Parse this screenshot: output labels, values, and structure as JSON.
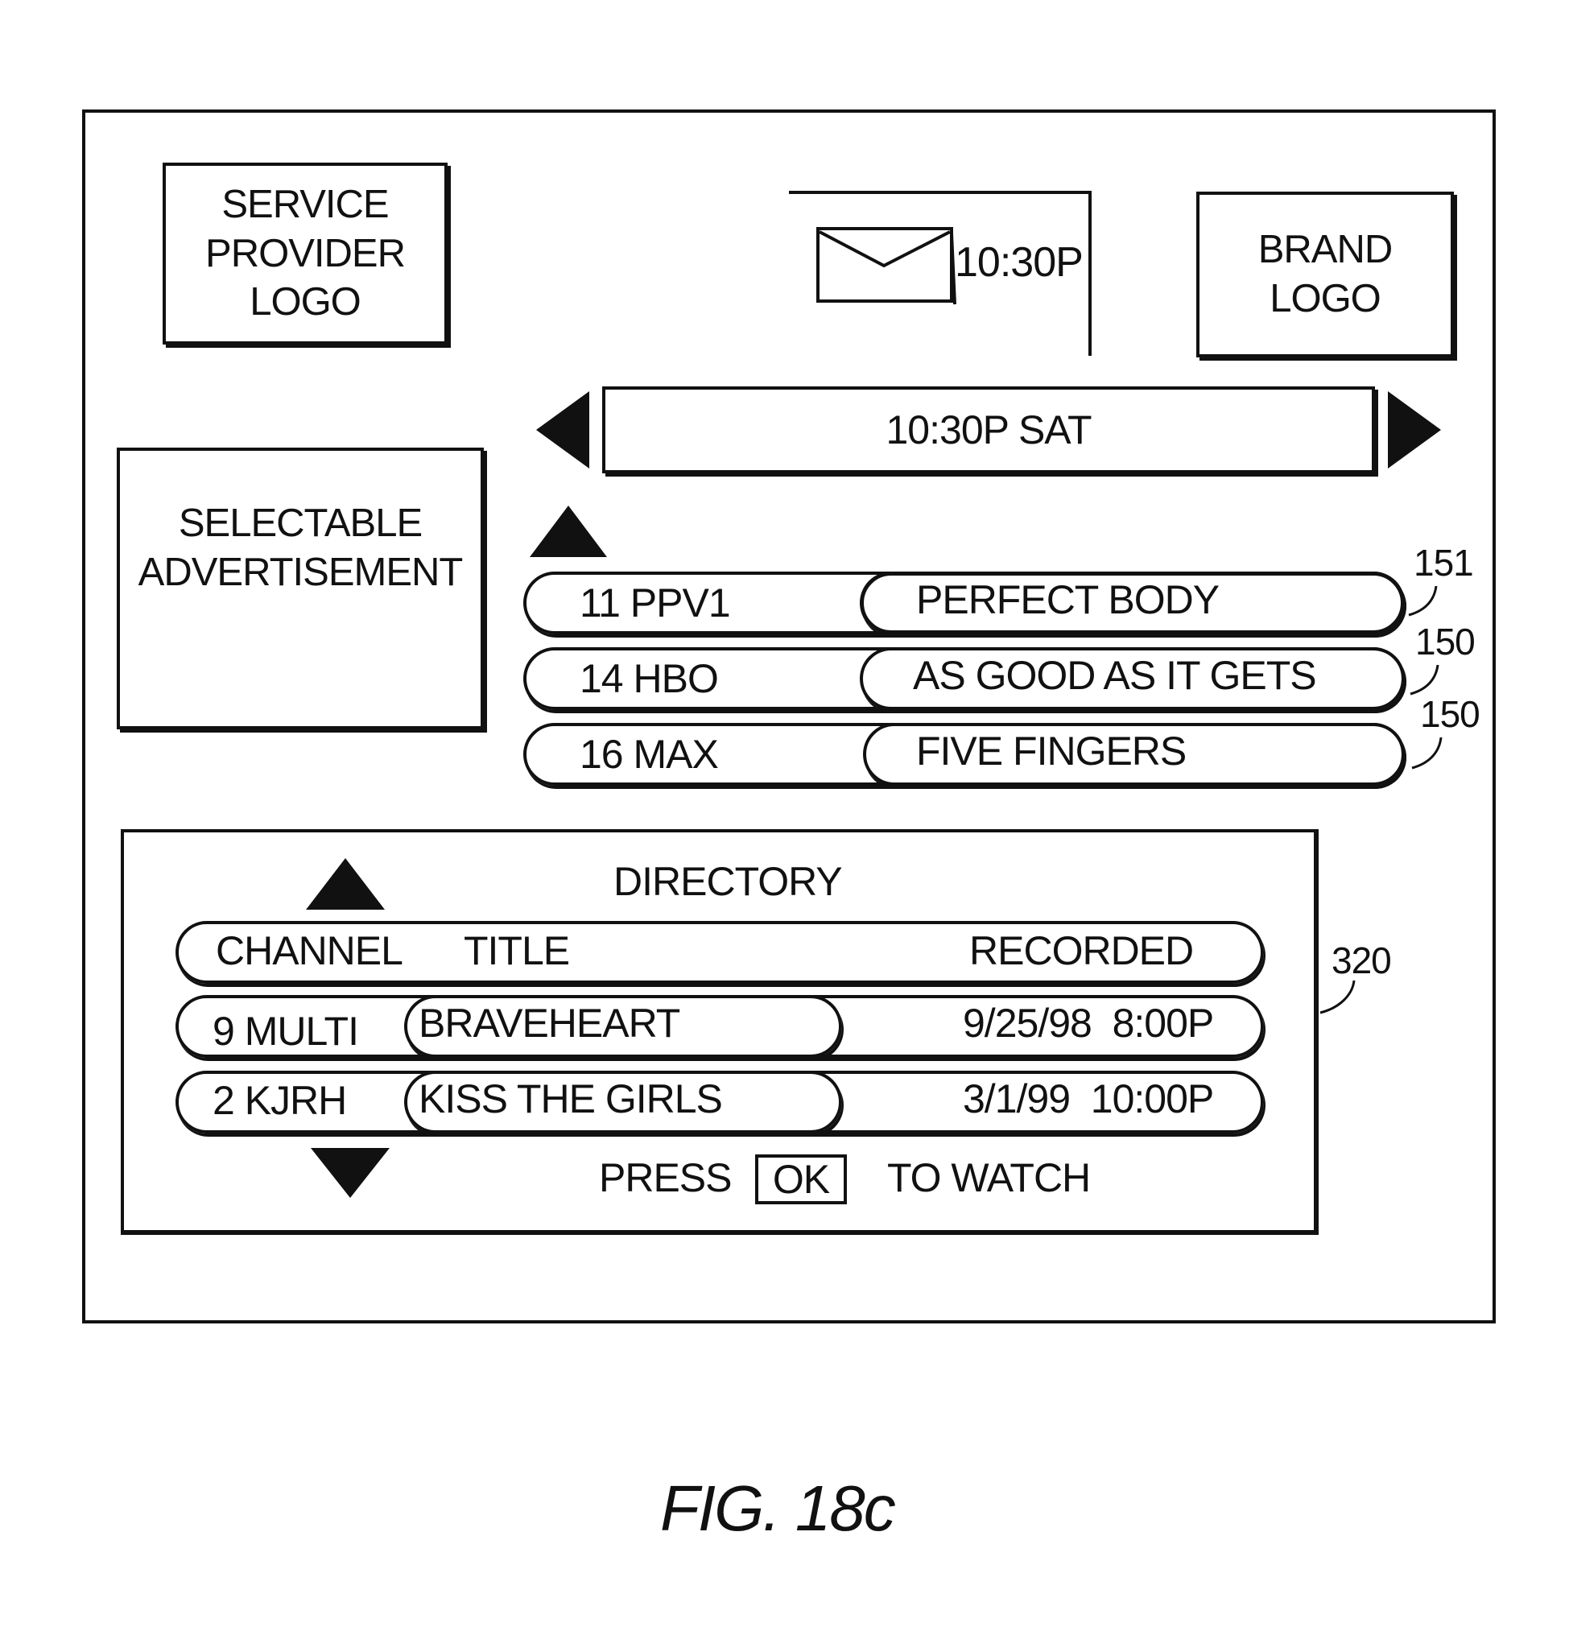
{
  "header": {
    "service_logo": "SERVICE\nPROVIDER\nLOGO",
    "clock_time": "10:30P",
    "brand_logo": "BRAND\nLOGO"
  },
  "time_bar": {
    "label": "10:30P SAT"
  },
  "advertisement": {
    "label": "SELECTABLE\nADVERTISEMENT"
  },
  "guide_rows": [
    {
      "channel": "11 PPV1",
      "title": "PERFECT BODY",
      "ref": "151"
    },
    {
      "channel": "14 HBO",
      "title": "AS GOOD AS IT GETS",
      "ref": "150"
    },
    {
      "channel": "16 MAX",
      "title": "FIVE FINGERS",
      "ref": "150"
    }
  ],
  "directory": {
    "title": "DIRECTORY",
    "columns": {
      "channel": "CHANNEL",
      "title": "TITLE",
      "recorded": "RECORDED"
    },
    "rows": [
      {
        "channel": "9 MULTI",
        "title": "BRAVEHEART",
        "recorded": "9/25/98  8:00P"
      },
      {
        "channel": "2 KJRH",
        "title": "KISS THE GIRLS",
        "recorded": "3/1/99  10:00P"
      }
    ],
    "press": "PRESS",
    "ok": "OK",
    "to_watch": "TO WATCH",
    "ref": "320"
  },
  "figure": {
    "caption": "FIG. 18c"
  },
  "icons": {
    "mail": "envelope-icon",
    "left": "left-arrow-icon",
    "right": "right-arrow-icon",
    "up": "up-arrow-icon",
    "down": "down-arrow-icon"
  }
}
